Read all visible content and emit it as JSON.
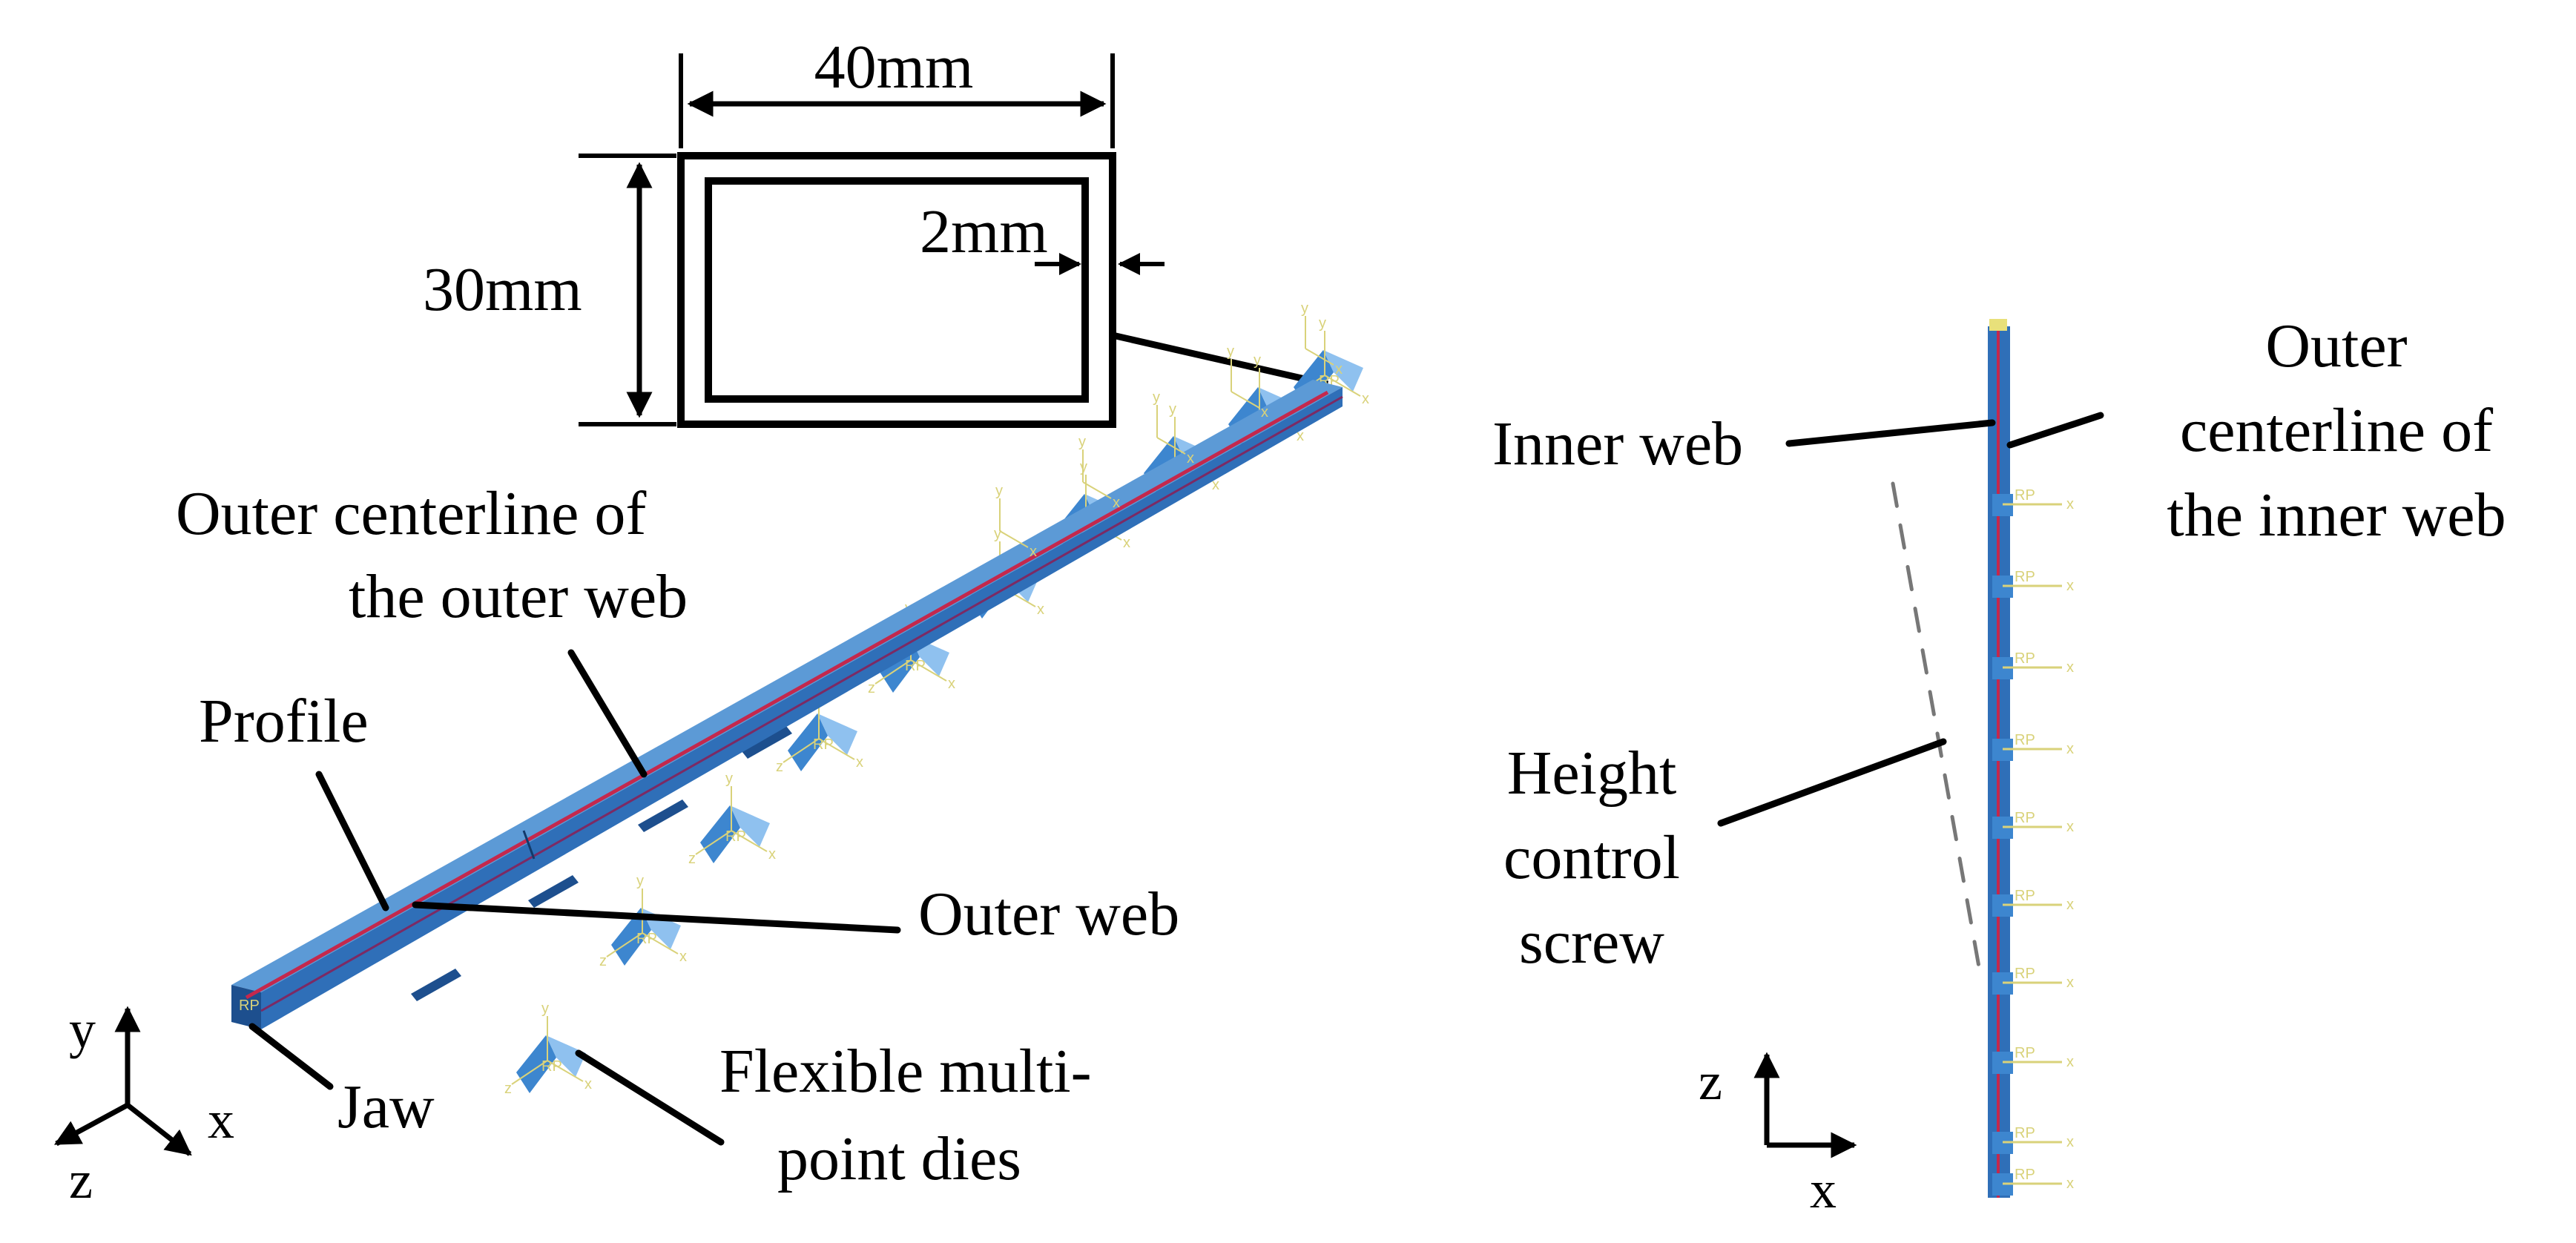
{
  "colors": {
    "profile_blue": "#2f6fb8",
    "profile_dark": "#1d4f8e",
    "profile_light": "#5c9ad6",
    "centerline_red": "#c4284d",
    "die_blue": "#3d86cf",
    "die_light": "#8fc1ef",
    "triad_yellow": "#d9d27a",
    "line_black": "#000000",
    "screw_gray": "#777777"
  },
  "icons": {
    "cross_section": "rectangle-hollow-section-icon",
    "arrow": "arrow-head-icon",
    "axis_triad": "axis-triad-icon"
  },
  "cross_section": {
    "width_label": "40mm",
    "height_label": "30mm",
    "thickness_label": "2mm"
  },
  "left_view": {
    "labels": {
      "outer_centerline_line1": "Outer centerline of",
      "outer_centerline_line2": "the outer web",
      "profile": "Profile",
      "outer_web": "Outer web",
      "jaw": "Jaw",
      "dies_line1": "Flexible multi-",
      "dies_line2": "point dies"
    },
    "axes": {
      "y": "y",
      "x": "x",
      "z": "z"
    }
  },
  "right_view": {
    "labels": {
      "inner_web": "Inner web",
      "outer_centerline_line1": "Outer",
      "outer_centerline_line2": "centerline of",
      "outer_centerline_line3": "the inner web",
      "height_line1": "Height",
      "height_line2": "control",
      "height_line3": "screw"
    },
    "axes": {
      "z": "z",
      "x": "x"
    }
  },
  "marker_text": {
    "rp": "RP",
    "y": "y",
    "x": "x",
    "z": "z"
  }
}
